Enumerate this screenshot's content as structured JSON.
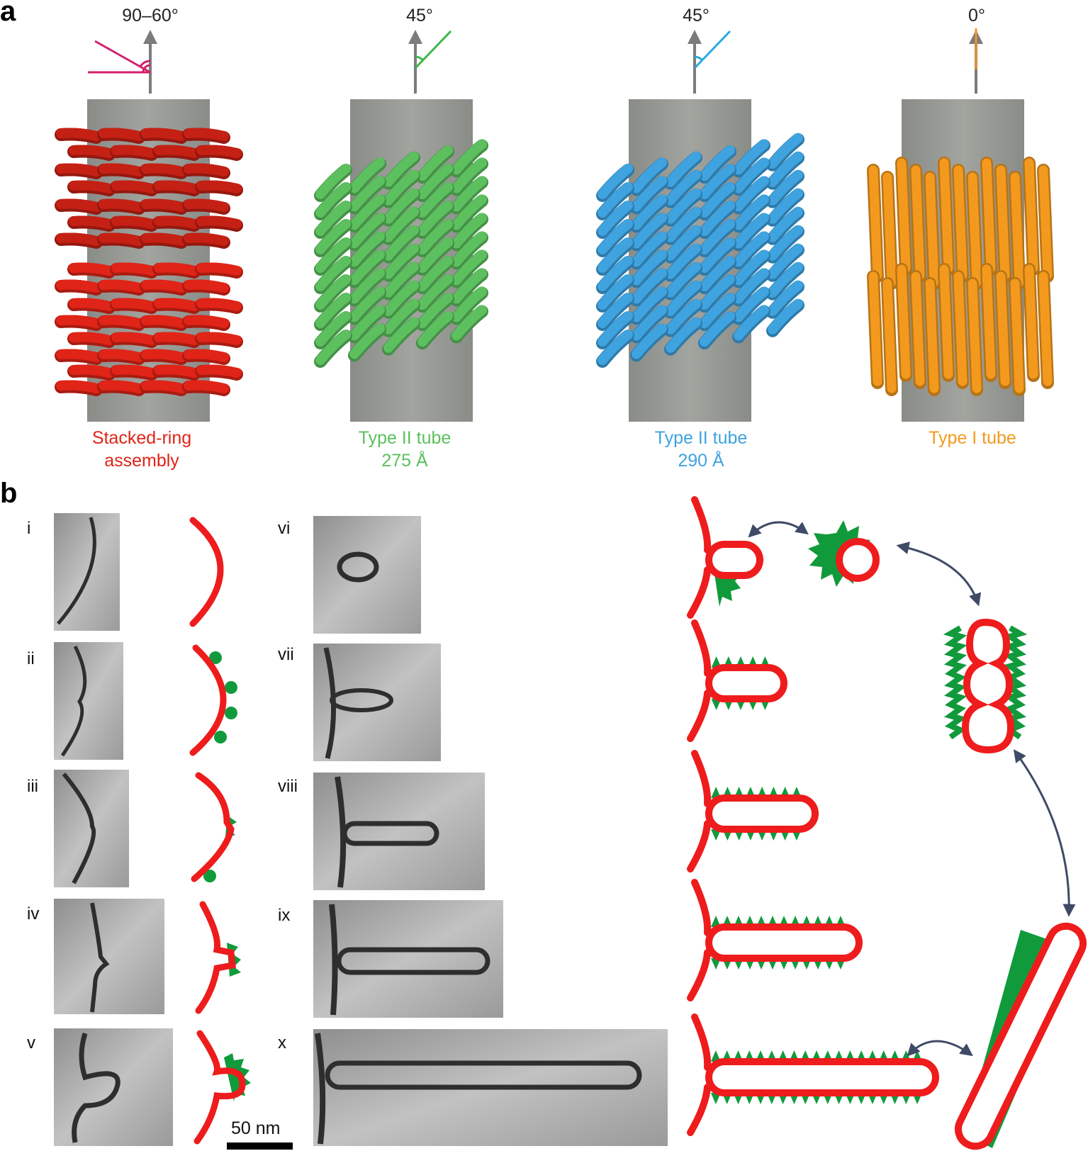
{
  "panels": {
    "a_label": "a",
    "b_label": "b"
  },
  "panel_a": {
    "assemblies": [
      {
        "angle": "90–60°",
        "caption_line1": "Stacked-ring",
        "caption_line2": "assembly",
        "color": "#e02417"
      },
      {
        "angle": "45°",
        "caption_line1": "Type II tube",
        "caption_line2": "275 Å",
        "color": "#5cc05e"
      },
      {
        "angle": "45°",
        "caption_line1": "Type II tube",
        "caption_line2": "290 Å",
        "color": "#3fa3e0"
      },
      {
        "angle": "0°",
        "caption_line1": "Type I tube",
        "caption_line2": "",
        "color": "#f39a1e"
      }
    ],
    "angle_line_colors": [
      "#d4206e",
      "#3db54a",
      "#29a9e0",
      "#f7941d"
    ]
  },
  "panel_b": {
    "stages_left": [
      "i",
      "ii",
      "iii",
      "iv",
      "v"
    ],
    "stages_right": [
      "vi",
      "vii",
      "viii",
      "ix",
      "x"
    ],
    "scale_bar": "50 nm",
    "colors": {
      "membrane": "#ee1c1c",
      "protein": "#119a3c",
      "arrow": "#3f4a66"
    }
  }
}
